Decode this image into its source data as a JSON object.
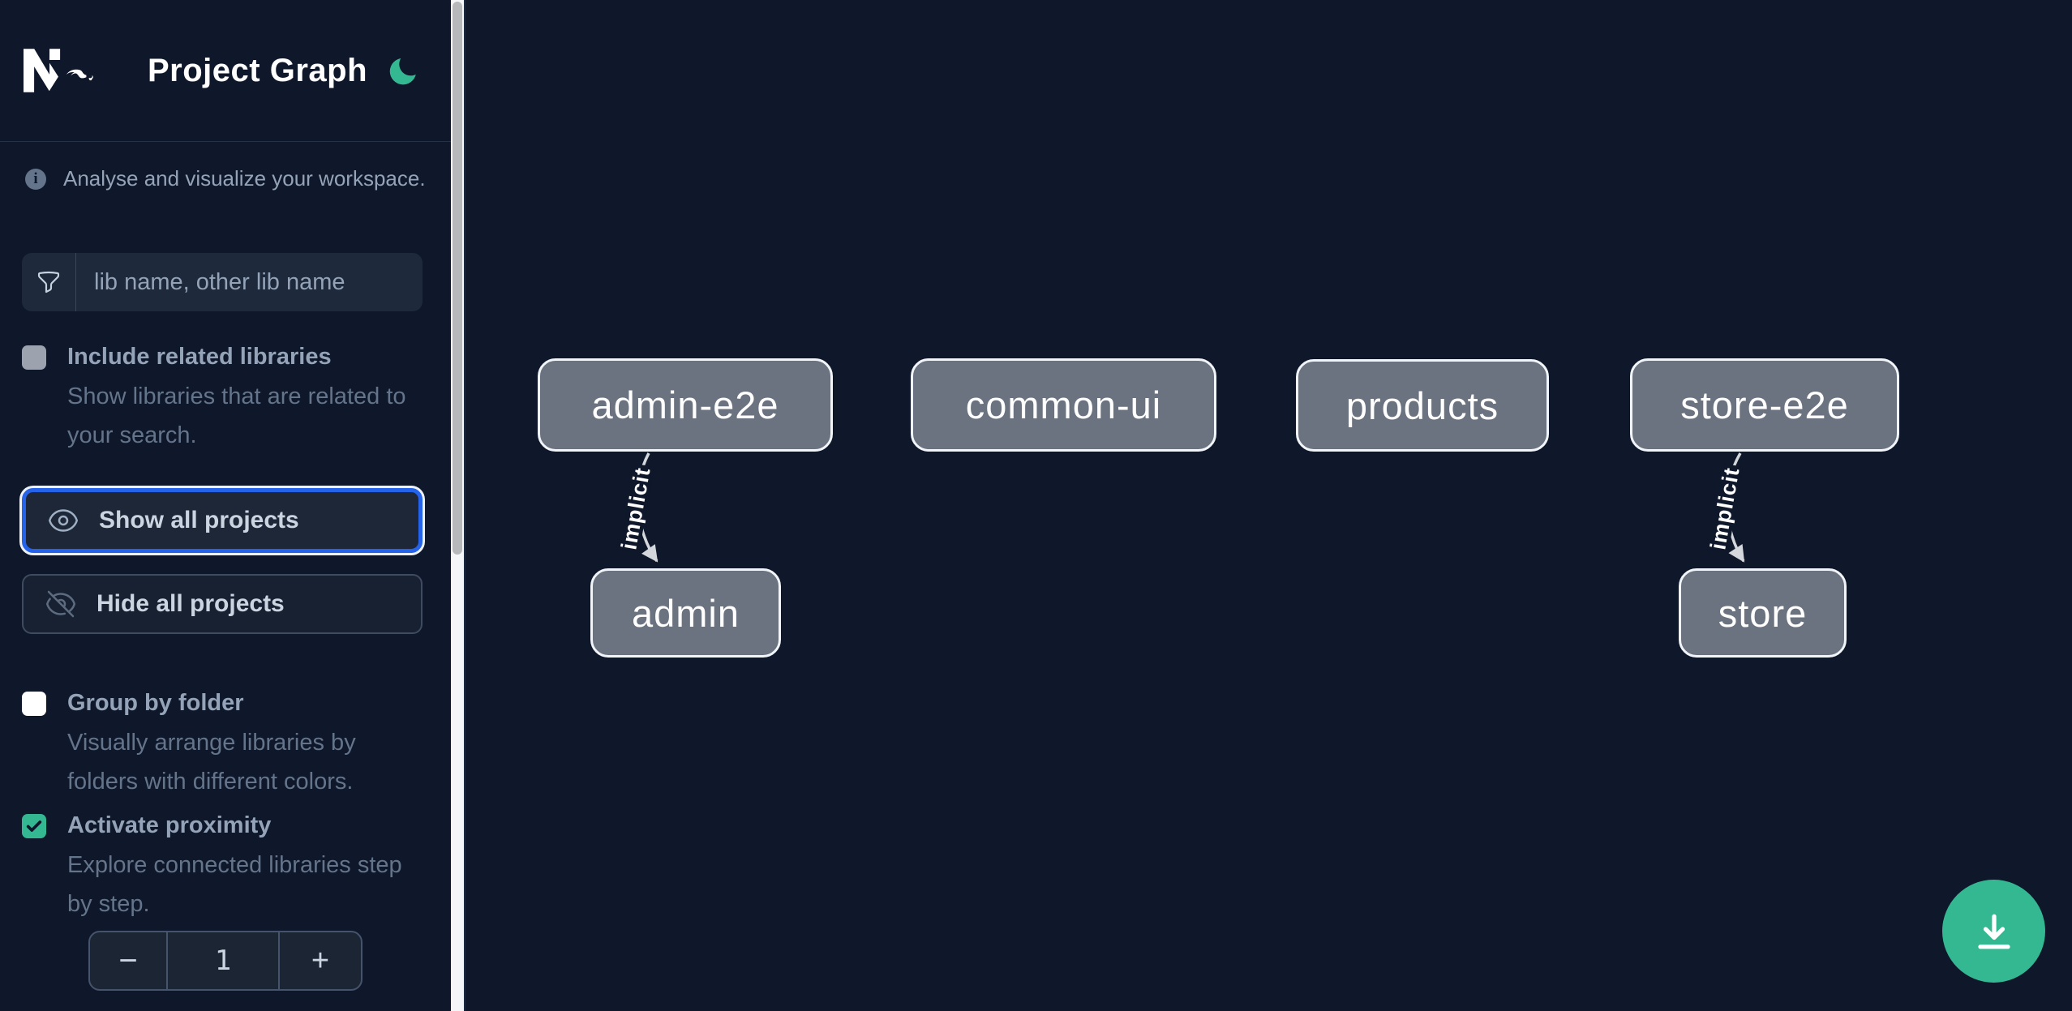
{
  "header": {
    "title": "Project Graph",
    "logo": "nx-logo",
    "theme_toggle": "moon-icon"
  },
  "sidebar": {
    "tagline": "Analyse and visualize your workspace.",
    "filter": {
      "placeholder": "lib name, other lib name",
      "value": ""
    },
    "include_related": {
      "label": "Include related libraries",
      "description": "Show libraries that are related to your search.",
      "checked": false
    },
    "actions": {
      "show_all": "Show all projects",
      "hide_all": "Hide all projects"
    },
    "group_by_folder": {
      "label": "Group by folder",
      "description": "Visually arrange libraries by folders with different colors.",
      "checked": false
    },
    "activate_proximity": {
      "label": "Activate proximity",
      "description": "Explore connected libraries step by step.",
      "checked": true
    },
    "proximity_stepper": {
      "decrement": "−",
      "value": "1",
      "increment": "+"
    }
  },
  "graph": {
    "nodes": [
      {
        "id": "admin-e2e",
        "label": "admin-e2e"
      },
      {
        "id": "common-ui",
        "label": "common-ui"
      },
      {
        "id": "products",
        "label": "products"
      },
      {
        "id": "store-e2e",
        "label": "store-e2e"
      },
      {
        "id": "admin",
        "label": "admin"
      },
      {
        "id": "store",
        "label": "store"
      }
    ],
    "edges": [
      {
        "source": "admin-e2e",
        "target": "admin",
        "label": "implicit"
      },
      {
        "source": "store-e2e",
        "target": "store",
        "label": "implicit"
      }
    ]
  },
  "fab": {
    "icon": "download-icon"
  },
  "icons": {
    "logo": "nx-logo",
    "theme_toggle": "moon-icon",
    "info": "info-icon",
    "filter": "funnel-icon",
    "show_all": "eye-icon",
    "hide_all": "eye-slash-icon",
    "download": "download-icon"
  },
  "theme": {
    "accent_green": "#34b892",
    "focus_blue": "#2563eb",
    "background": "#0f172a",
    "node_fill": "#6b7280",
    "node_border": "#f1f5f9",
    "panel": "#1e293b"
  }
}
